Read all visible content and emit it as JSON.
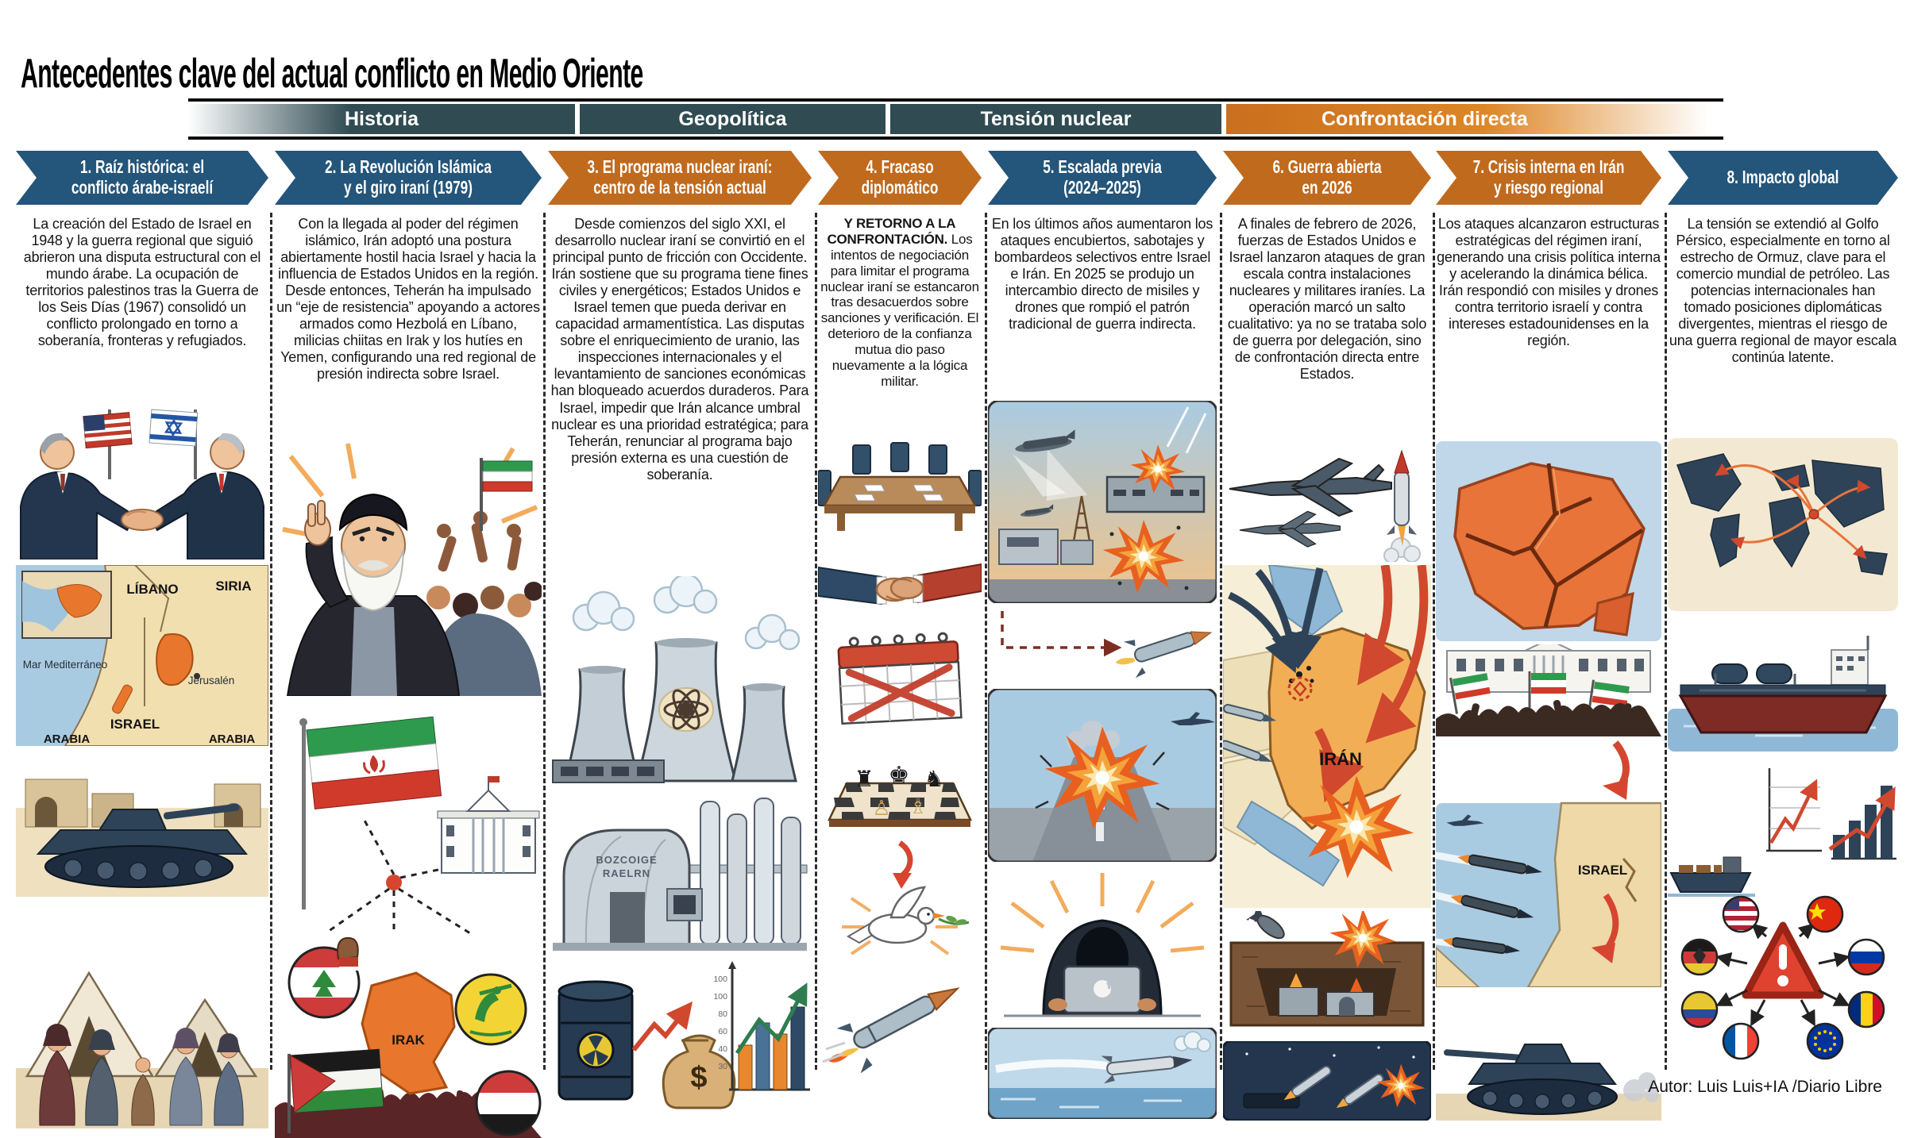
{
  "title": "Antecedentes clave del actual conflicto en Medio Oriente",
  "bands": {
    "historia": "Historia",
    "geopolitica": "Geopolítica",
    "tension_nuclear": "Tensión nuclear",
    "confrontacion_directa": "Confrontación directa"
  },
  "columns": [
    {
      "header": "1. Raíz histórica: el\nconflicto árabe-israelí",
      "body": "La creación del Estado de Israel en 1948 y la guerra regional que siguió abrieron una disputa estructural con el mundo árabe. La ocupación de territorios palestinos tras la Guerra de los Seis Días (1967) consolidó un conflicto prolongado en torno a soberanía, fronteras y refugiados.",
      "map": {
        "libano": "LÍBANO",
        "siria": "SIRIA",
        "mar": "Mar Mediterráneo",
        "jerusalen": "Jerusalén",
        "israel": "ISRAEL",
        "arabia_right": "ARABIA",
        "arabia_left": "ARABIA"
      }
    },
    {
      "header": "2. La Revolución Islámica\ny el giro iraní (1979)",
      "body": "Con la llegada al poder del régimen islámico, Irán adoptó una postura abiertamente hostil hacia Israel y hacia la influencia de Estados Unidos en la región. Desde entonces, Teherán ha impulsado un “eje de resistencia” apoyando a actores armados como Hezbolá en Líbano, milicias chiitas en Irak y los hutíes en Yemen, configurando una red regional de presión indirecta sobre Israel.",
      "map": {
        "irak": "IRAK"
      }
    },
    {
      "header": "3. El programa nuclear iraní:\ncentro de la tensión actual",
      "body": "Desde comienzos del siglo XXI, el desarrollo nuclear iraní se convirtió en el principal punto de fricción con Occidente. Irán sostiene que su programa tiene fines civiles y energéticos; Estados Unidos e Israel temen que pueda derivar en capacidad armamentística. Las disputas sobre el enriquecimiento de uranio, las inspecciones internacionales y el levantamiento de sanciones económicas han bloqueado acuerdos duraderos. Para Israel, impedir que Irán alcance umbral nuclear es una prioridad estratégica; para Teherán, renunciar al programa bajo presión externa es una cuestión de soberanía.",
      "facility_sign_line1": "BOZCOIGE",
      "facility_sign_line2": "RAELRN",
      "chart_ticks": [
        "100",
        "100",
        "80",
        "60",
        "40",
        "30"
      ]
    },
    {
      "header": "4. Fracaso\ndiplomático",
      "body_lead": "Y RETORNO A LA CONFRONTACIÓN.",
      "body": "Los intentos de negociación para limitar el programa nuclear iraní se estancaron tras desacuerdos sobre sanciones y verificación. El deterioro de la confianza mutua dio paso nuevamente a la lógica militar."
    },
    {
      "header": "5. Escalada previa\n(2024–2025)",
      "body": "En los últimos años aumentaron los ataques encubiertos, sabotajes y bombardeos selectivos entre Israel e Irán. En 2025 se produjo un intercambio directo de misiles y drones que rompió el patrón tradicional de guerra indirecta."
    },
    {
      "header": "6. Guerra abierta\nen 2026",
      "body": "A finales de febrero de 2026, fuerzas de Estados Unidos e Israel lanzaron ataques de gran escala contra instalaciones nucleares y militares iraníes. La operación marcó un salto cualitativo: ya no se trataba solo de guerra por delegación, sino de confrontación directa entre Estados.",
      "map": {
        "iran": "IRÁN"
      }
    },
    {
      "header": "7. Crisis interna en Irán\ny riesgo regional",
      "body": "Los ataques alcanzaron estructuras estratégicas del régimen iraní, generando una crisis política interna y acelerando la dinámica bélica. Irán respondió con misiles y drones contra territorio israelí y contra intereses estadounidenses en la región.",
      "map": {
        "israel": "ISRAEL"
      }
    },
    {
      "header": "8. Impacto global",
      "body": "La tensión se extendió al Golfo Pérsico, especialmente en torno al estrecho de Ormuz, clave para el comercio mundial de petróleo. Las potencias internacionales han tomado posiciones diplomáticas divergentes, mientras el riesgo de una guerra regional de mayor escala continúa latente."
    }
  ],
  "footer": {
    "author": "Autor:  Luis Luis+IA /Diario Libre"
  },
  "icons": {
    "powers_flags": [
      "usa",
      "china",
      "germany",
      "russia",
      "colombia",
      "romania",
      "france",
      "eu"
    ]
  },
  "colors": {
    "header_blue": "#24557A",
    "header_orange": "#C06A1E",
    "band_teal": "#304B52",
    "band_orange": "#D9791F",
    "alert_red": "#E04230"
  }
}
